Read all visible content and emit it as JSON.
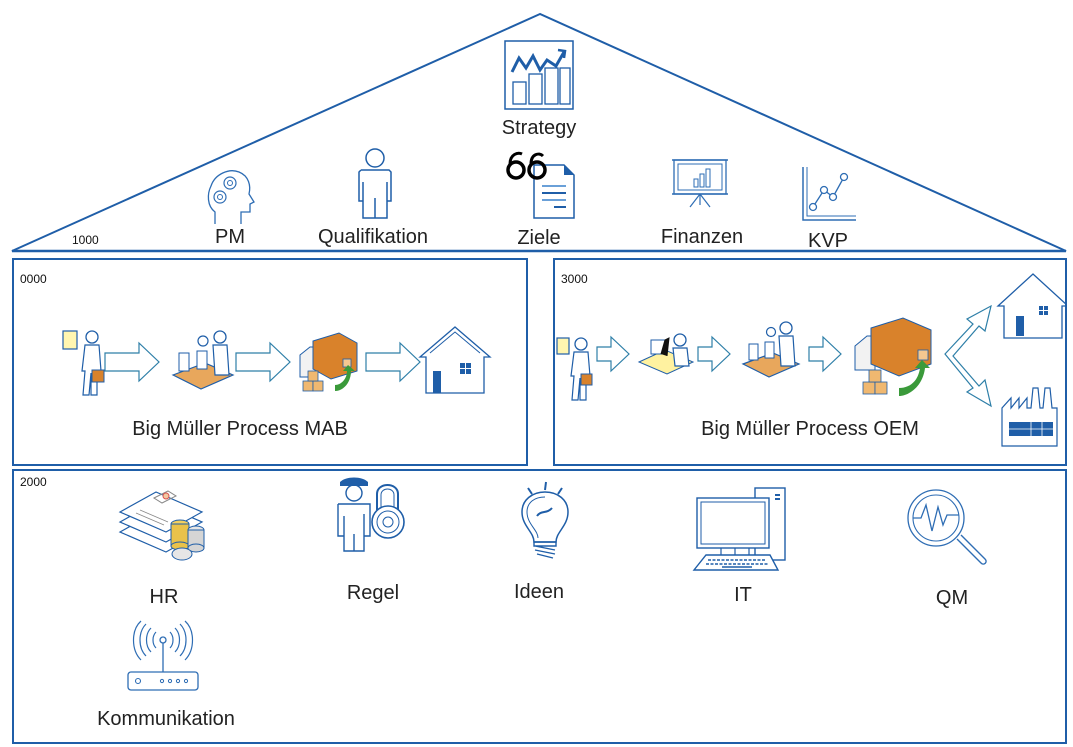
{
  "colors": {
    "primary_blue": "#1f5ea8",
    "line_blue": "#2e6db4",
    "light_blue": "#6aa0d8",
    "orange": "#d9822b",
    "green": "#3a9a3a"
  },
  "roof": {
    "code": "1000",
    "items": [
      {
        "label": "Strategy",
        "icon": "strategy-chart-icon"
      },
      {
        "label": "PM",
        "icon": "head-gears-icon"
      },
      {
        "label": "Qualifikation",
        "icon": "person-icon"
      },
      {
        "label": "Ziele",
        "icon": "glasses-document-icon"
      },
      {
        "label": "Finanzen",
        "icon": "presentation-board-icon"
      },
      {
        "label": "KVP",
        "icon": "line-graph-icon"
      }
    ]
  },
  "process_mab": {
    "code": "0000",
    "title": "Big Müller Process MAB",
    "steps": [
      {
        "icon": "customer-order-icon"
      },
      {
        "icon": "production-line-icon"
      },
      {
        "icon": "delivery-truck-icon"
      },
      {
        "icon": "house-icon"
      }
    ]
  },
  "process_oem": {
    "code": "3000",
    "title": "Big Müller Process OEM",
    "steps": [
      {
        "icon": "customer-order-icon"
      },
      {
        "icon": "lab-engineer-icon"
      },
      {
        "icon": "production-line-icon"
      },
      {
        "icon": "delivery-truck-icon"
      }
    ],
    "destinations": [
      {
        "icon": "house-icon"
      },
      {
        "icon": "factory-icon"
      }
    ]
  },
  "support": {
    "code": "2000",
    "items": [
      {
        "label": "HR",
        "icon": "documents-coins-icon"
      },
      {
        "label": "Regel",
        "icon": "guard-lock-icon"
      },
      {
        "label": "Ideen",
        "icon": "lightbulb-icon"
      },
      {
        "label": "IT",
        "icon": "computer-icon"
      },
      {
        "label": "QM",
        "icon": "magnifier-wave-icon"
      },
      {
        "label": "Kommunikation",
        "icon": "wifi-router-icon"
      }
    ]
  }
}
